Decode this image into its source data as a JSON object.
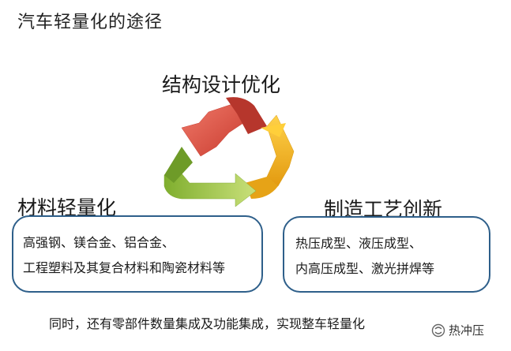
{
  "title": "汽车轻量化的途径",
  "nodes": {
    "top": "结构设计优化",
    "left": "材料轻量化",
    "right": "制造工艺创新"
  },
  "left_box": {
    "line1": "高强钢、镁合金、铝合金、",
    "line2": "工程塑料及其复合材料和陶瓷材料等"
  },
  "right_box": {
    "line1": "热压成型、液压成型、",
    "line2": "内高压成型、激光拼焊等"
  },
  "footer": "同时，还有零部件数量集成及功能集成，实现整车轻量化",
  "watermark": {
    "text": "热冲压",
    "icon": "wechat-channel-icon"
  },
  "colors": {
    "arrow_red": "#e85c4a",
    "arrow_orange": "#f5b321",
    "arrow_green": "#a2c94a",
    "box_border": "#2e5f8a"
  }
}
